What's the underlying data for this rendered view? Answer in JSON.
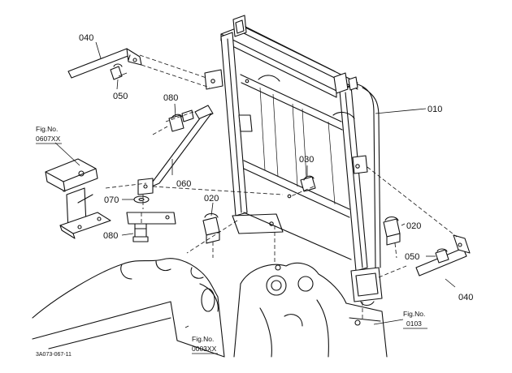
{
  "labels": {
    "p010": "010",
    "p020a": "020",
    "p020b": "020",
    "p030": "030",
    "p040a": "040",
    "p040b": "040",
    "p050a": "050",
    "p050b": "050",
    "p060": "060",
    "p070": "070",
    "p080a": "080",
    "p080b": "080"
  },
  "refs": {
    "fig_top_left_1": "Fig.No.",
    "fig_top_left_2": "0607XX",
    "fig_bottom_1": "Fig.No.",
    "fig_bottom_2": "0003XX",
    "fig_right_1": "Fig.No.",
    "fig_right_2": "0103"
  },
  "drawing_code": "3A073-067-11"
}
